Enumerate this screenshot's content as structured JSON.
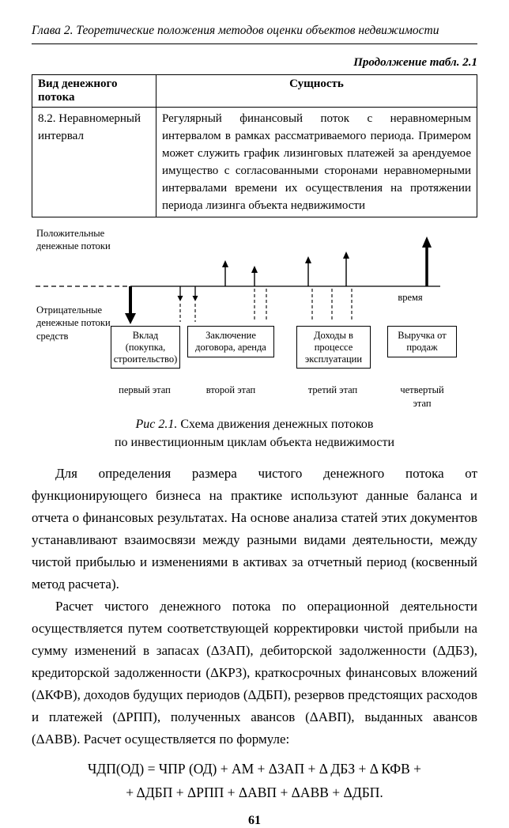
{
  "page": {
    "running_head": "Глава 2. Теоретические положения методов оценки объектов недвижимости",
    "continuation_caption": "Продолжение табл. 2.1",
    "page_number": "61"
  },
  "table": {
    "col1_header": "Вид денежного потока",
    "col2_header": "Сущность",
    "row": {
      "type": "8.2. Неравномерный интервал",
      "essence": "Регулярный финансовый поток с неравномерным интервалом в рамках рассматриваемого периода. Примером может служить график лизинговых платежей за арендуемое имущество с согласованными сторонами неравномерными интервалами времени их осуществления на протяжении периода лизинга объекта недвижимости"
    }
  },
  "figure": {
    "positive_label": "Положительные денежные потоки",
    "negative_label": "Отрицательные денежные потоки средств",
    "time_label": "время",
    "boxes": [
      "Вклад (покупка, строительство)",
      "Заключение договора, аренда",
      "Доходы в процессе эксплуатации",
      "Выручка от продаж"
    ],
    "stages": [
      "первый этап",
      "второй этап",
      "третий этап",
      "четвертый этап"
    ],
    "caption_prefix": "Рис 2.1.",
    "caption_text1": "Схема движения денежных потоков",
    "caption_text2": "по инвестиционным циклам объекта недвижимости"
  },
  "body": {
    "p1": "Для определения размера чистого денежного потока от функционирующего бизнеса на практике используют данные баланса и отчета о финансовых результатах. На основе анализа статей этих документов устанавливают взаимосвязи между разными видами деятельности, между чистой прибылью и изменениями в активах за отчетный период (косвенный метод расчета).",
    "p2": "Расчет чистого денежного потока по операционной деятельности осуществляется путем соответствующей корректировки чистой прибыли на сумму изменений в запасах (ΔЗАП), дебиторской задолженности (ΔДБЗ), кредиторской задолженности (ΔКРЗ), краткосрочных финансовых вложений (ΔКФВ), доходов будущих периодов (ΔДБП), резервов предстоящих расходов и платежей (ΔРПП), полученных авансов (ΔАВП), выданных авансов (ΔАВВ). Расчет осуществляется по формуле:",
    "formula_line1": "ЧДП(ОД) = ЧПР (ОД) + АМ + ΔЗАП + Δ ДБЗ + Δ КФВ +",
    "formula_line2": "+ ΔДБП + ΔРПП + ΔАВП + ΔАВВ + ΔДБП."
  }
}
